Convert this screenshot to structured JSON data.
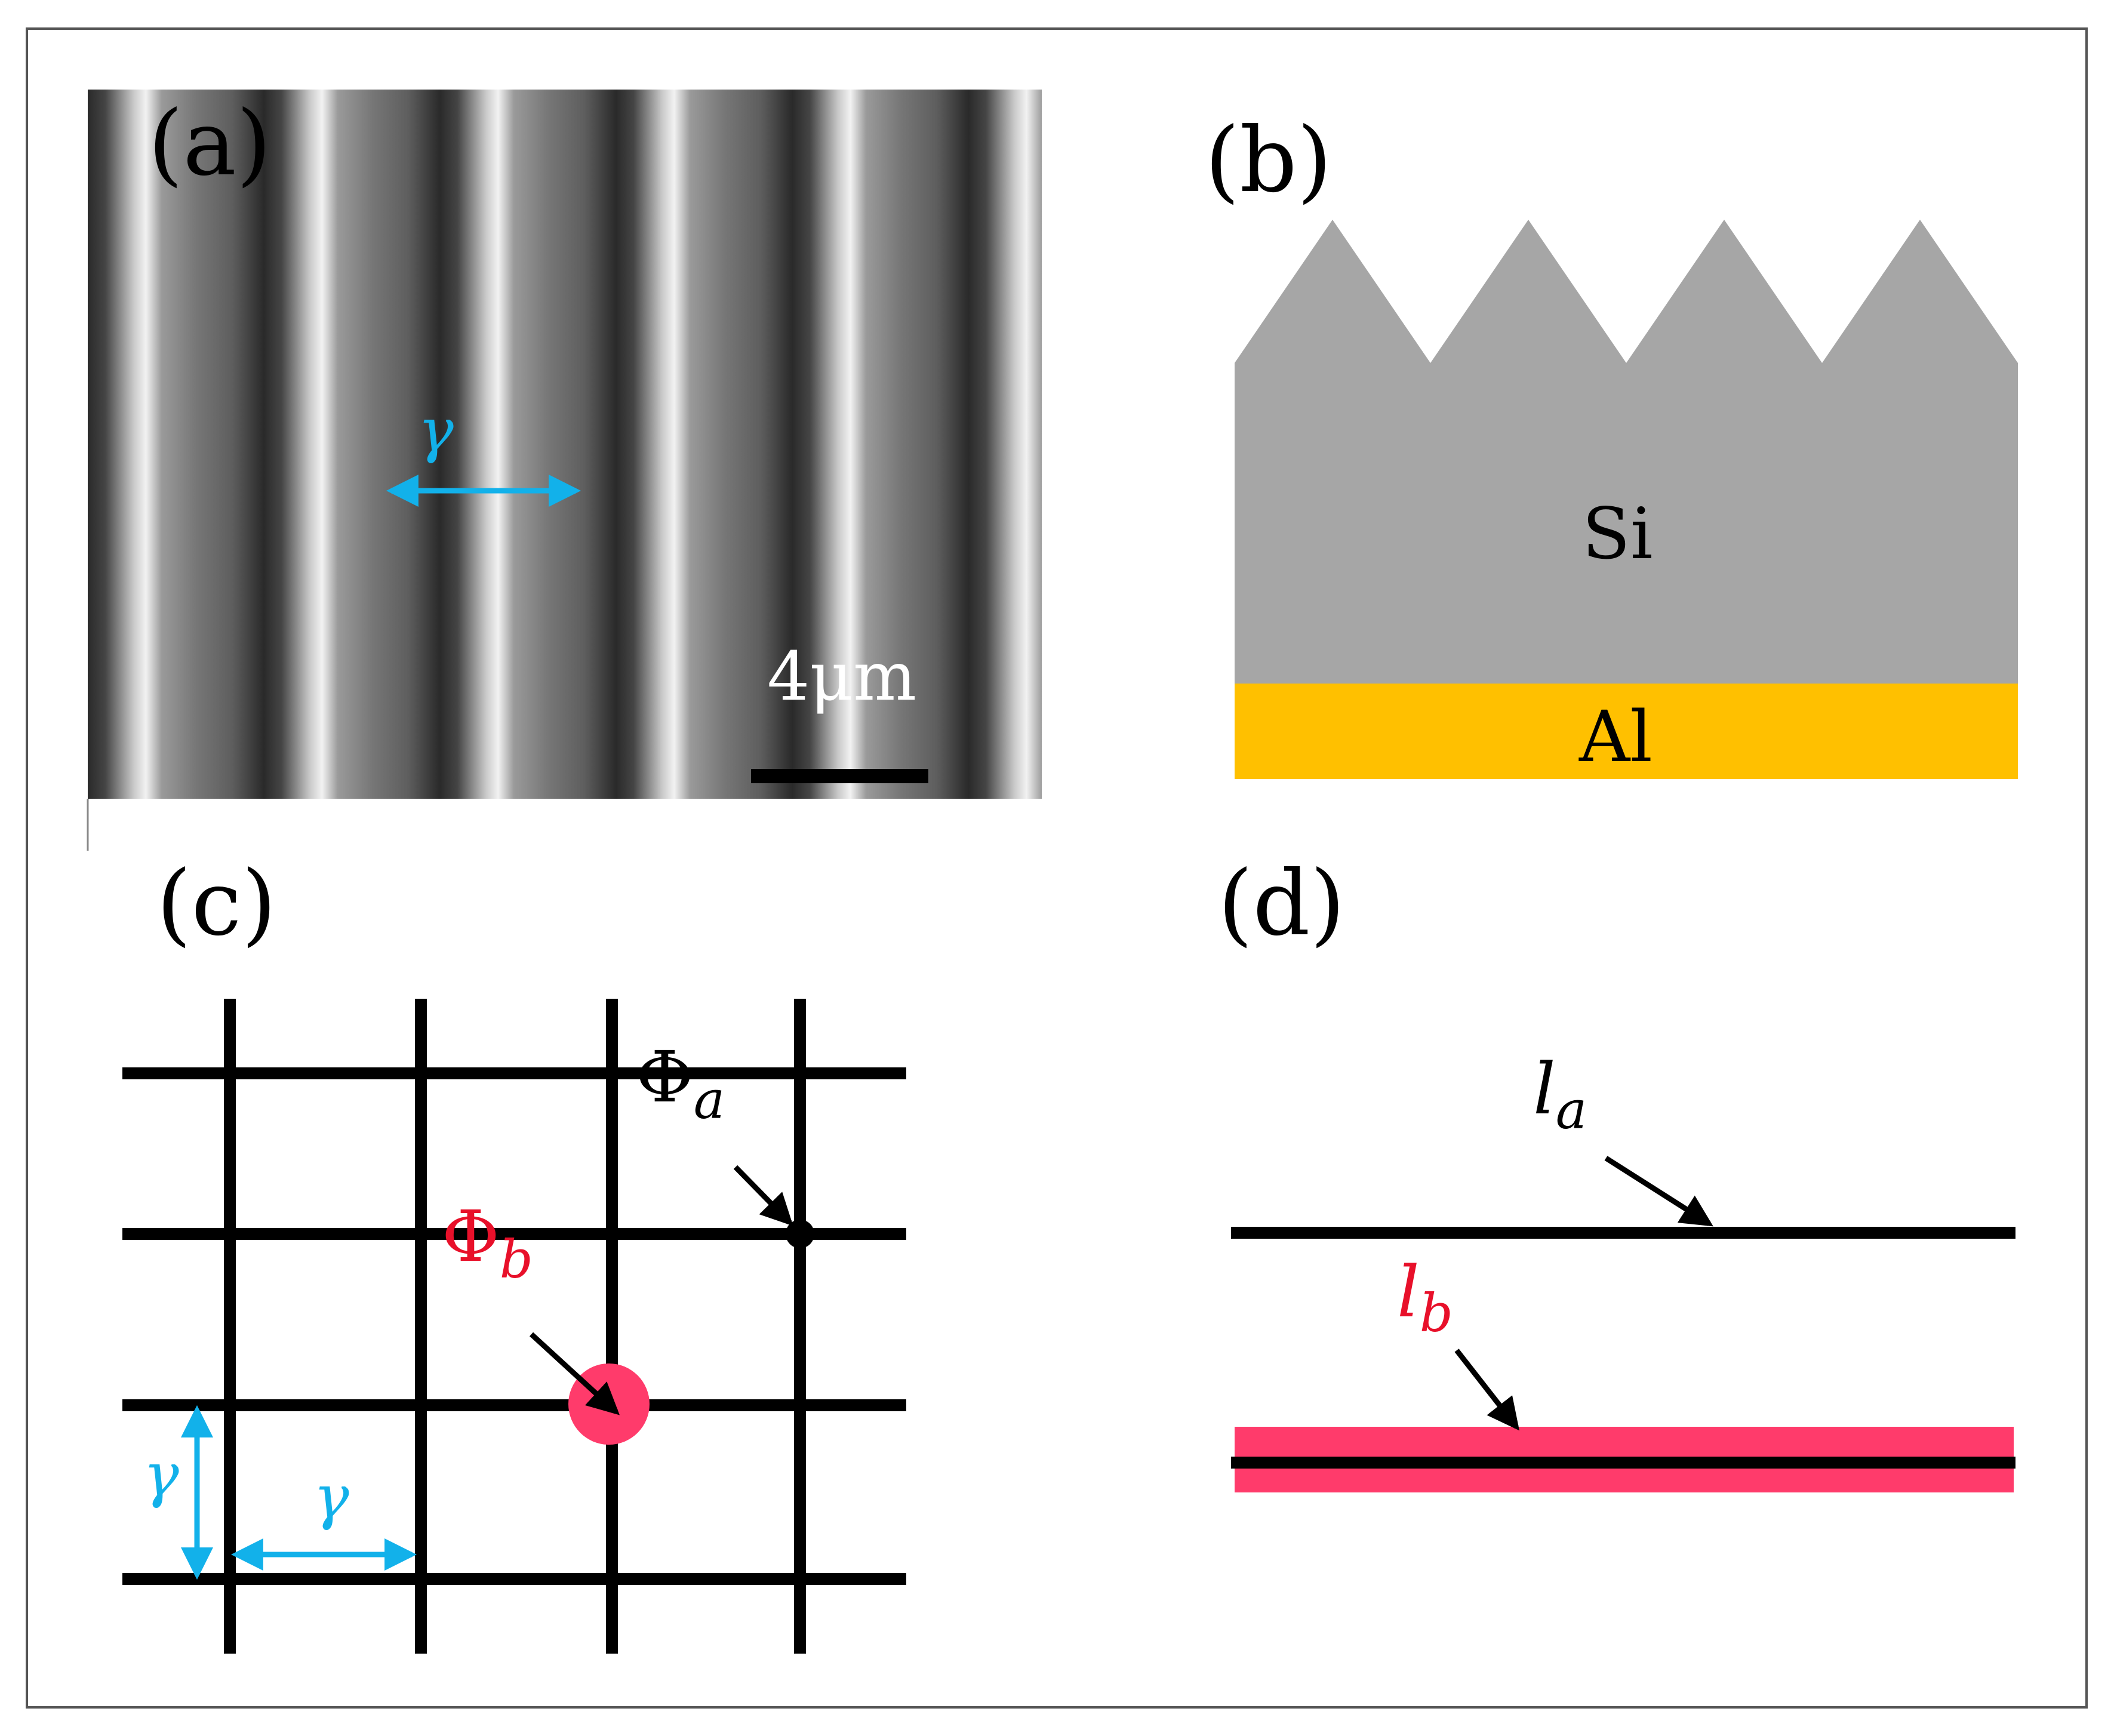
{
  "panels": {
    "a": {
      "label": "(a)",
      "period_symbol": "γ",
      "scale_text": "4μm"
    },
    "b": {
      "label": "(b)",
      "layer_top": "Si",
      "layer_bottom": "Al"
    },
    "c": {
      "label": "(c)",
      "phi_main": "Φ",
      "phi_a_sub": "a",
      "phi_b_sub": "b",
      "gamma_vertical": "γ",
      "gamma_horizontal": "γ"
    },
    "d": {
      "label": "(d)",
      "l_main": "l",
      "la_sub": "a",
      "lb_sub": "b"
    }
  },
  "colors": {
    "si": "#a6a6a6",
    "al": "#ffc000",
    "cyan": "#12b1ea",
    "red": "#e8102a",
    "pink": "#ff3b6b",
    "black": "#000000"
  }
}
